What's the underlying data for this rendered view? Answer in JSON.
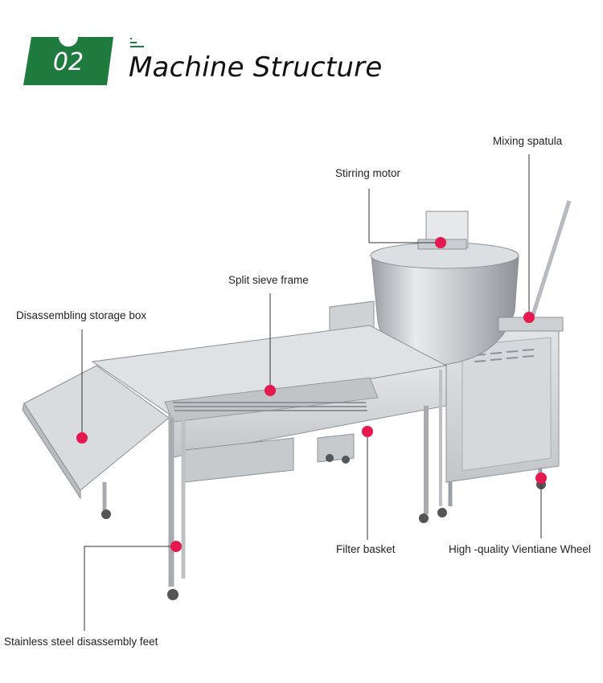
{
  "header": {
    "section_number": "02",
    "title": "Machine  Structure",
    "accent_color": "#1f7a3e"
  },
  "marker_color": "#e5194f",
  "callouts": [
    {
      "label": "Mixing spatula"
    },
    {
      "label": "Stirring motor"
    },
    {
      "label": "Split sieve frame"
    },
    {
      "label": "Disassembling storage box"
    },
    {
      "label": "Filter basket"
    },
    {
      "label": "High -quality Vientiane Wheel"
    },
    {
      "label": "Stainless steel disassembly feet"
    }
  ]
}
